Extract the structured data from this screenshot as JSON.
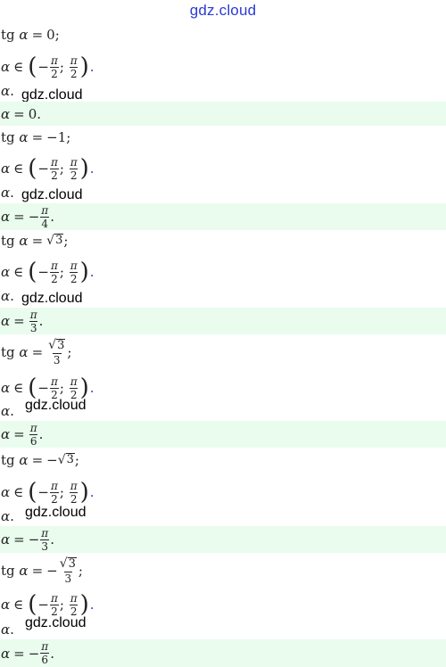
{
  "watermark_top": "gdz.cloud",
  "watermark": "gdz.cloud",
  "glyphs": {
    "tg": "tg",
    "alpha": "α",
    "eq": "=",
    "in": "∈",
    "minus": "−",
    "pi": "π",
    "two": "2",
    "three": "3",
    "six": "6",
    "four": "4",
    "zero": "0",
    "one": "1",
    "semicolon": ";",
    "period": ".",
    "lparen": "(",
    "rparen": ")",
    "sqrt": "√"
  }
}
